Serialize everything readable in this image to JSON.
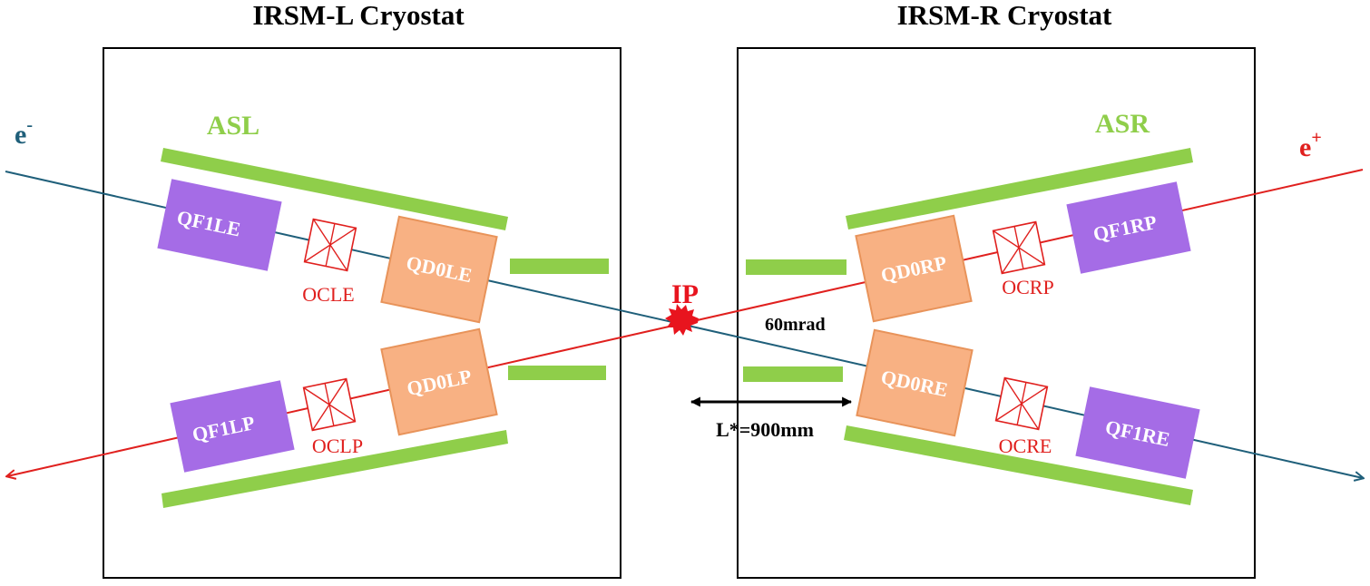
{
  "titles": {
    "left": "IRSM-L Cryostat",
    "right": "IRSM-R Cryostat"
  },
  "beams": {
    "electron": {
      "label_base": "e",
      "label_sup": "-",
      "color": "#1f5f7a"
    },
    "positron": {
      "label_base": "e",
      "label_sup": "+",
      "color": "#e0201e"
    }
  },
  "shields": {
    "left": "ASL",
    "right": "ASR",
    "color": "#8fce4a"
  },
  "magnets": {
    "qf1le": "QF1LE",
    "qf1lp": "QF1LP",
    "qf1rp": "QF1RP",
    "qf1re": "QF1RE",
    "qd0le": "QD0LE",
    "qd0lp": "QD0LP",
    "qd0rp": "QD0RP",
    "qd0re": "QD0RE",
    "qf1_color": "#a56ce6",
    "qd0_color": "#f8b183",
    "qd0_border": "#e8935a"
  },
  "correctors": {
    "ocle": "OCLE",
    "oclp": "OCLP",
    "ocrp": "OCRP",
    "ocre": "OCRE",
    "color": "#e0201e"
  },
  "ip": {
    "label": "IP",
    "color": "#e8141e"
  },
  "annotations": {
    "crossing_angle": "60mrad",
    "lstar": "L*=900mm"
  }
}
